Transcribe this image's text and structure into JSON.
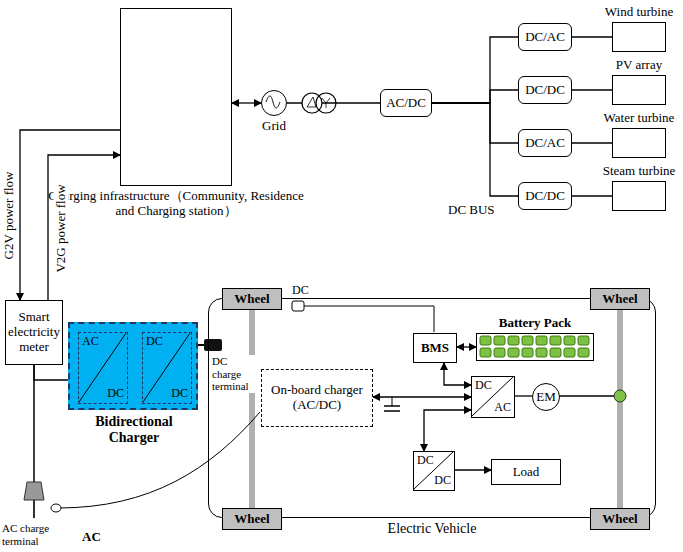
{
  "diagram": {
    "nodes": [
      {
        "text": [
          "Charging infrastructure（Community, Residence and Charging station）"
        ]
      },
      {
        "text": [
          "Grid"
        ]
      },
      {
        "text": [
          "AC/DC"
        ]
      },
      {
        "text": [
          "DC/AC"
        ]
      },
      {
        "text": [
          "DC/DC"
        ]
      },
      {
        "text": [
          "DC/AC"
        ]
      },
      {
        "text": [
          "DC/DC"
        ]
      },
      {
        "text": [
          "Wind turbine"
        ]
      },
      {
        "text": [
          "PV array"
        ]
      },
      {
        "text": [
          "Water turbine"
        ]
      },
      {
        "text": [
          "Steam turbine"
        ]
      },
      {
        "text": [
          "Smart electricity meter"
        ]
      },
      {
        "text": [
          "Bidirectional Charger"
        ]
      },
      {
        "text": [
          "AC",
          "DC"
        ],
        "in": 12
      },
      {
        "text": [
          "DC",
          "DC"
        ],
        "in": 12
      },
      {
        "text": [
          "Electric Vehicle"
        ]
      },
      {
        "text": [
          "Wheel"
        ]
      },
      {
        "text": [
          "Wheel"
        ]
      },
      {
        "text": [
          "Wheel"
        ]
      },
      {
        "text": [
          "Wheel"
        ]
      },
      {
        "text": [
          "Battery Pack"
        ],
        "in": 15
      },
      {
        "text": [
          "BMS"
        ],
        "in": 15
      },
      {
        "text": [
          "On-board charger (AC/DC)"
        ],
        "in": 15
      },
      {
        "text": [
          "DC",
          "AC"
        ],
        "in": 15
      },
      {
        "text": [
          "EM"
        ],
        "in": 15
      },
      {
        "text": [
          "DC",
          "DC"
        ],
        "in": 15
      },
      {
        "text": [
          "Load"
        ],
        "in": 15
      }
    ],
    "edges": [
      {
        "from": 0,
        "to": 1,
        "arrow": "both"
      },
      {
        "from": 1,
        "to": 2,
        "arrow": "none"
      },
      {
        "from": 2,
        "to": 3,
        "arrow": "none"
      },
      {
        "from": 2,
        "to": 4,
        "arrow": "none"
      },
      {
        "from": 2,
        "to": 5,
        "arrow": "none"
      },
      {
        "from": 2,
        "to": 6,
        "arrow": "none"
      },
      {
        "from": 3,
        "to": 7,
        "arrow": "none"
      },
      {
        "from": 4,
        "to": 8,
        "arrow": "none"
      },
      {
        "from": 5,
        "to": 9,
        "arrow": "none"
      },
      {
        "from": 6,
        "to": 10,
        "arrow": "none"
      },
      {
        "from": 0,
        "to": 11,
        "label": "G2V power flow",
        "arrow": "to"
      },
      {
        "from": 11,
        "to": 0,
        "label": "V2G power flow",
        "arrow": "to"
      },
      {
        "from": 11,
        "to": 12,
        "arrow": "none"
      },
      {
        "from": 13,
        "to": 14,
        "arrow": "none"
      },
      {
        "from": 20,
        "to": 21,
        "arrow": "both"
      },
      {
        "from": 21,
        "to": 23,
        "arrow": "both"
      },
      {
        "from": 22,
        "to": 23,
        "arrow": "both"
      },
      {
        "from": 23,
        "to": 24,
        "arrow": "none"
      },
      {
        "from": 23,
        "to": 25,
        "arrow": "both"
      },
      {
        "from": 25,
        "to": 26,
        "arrow": "to"
      }
    ],
    "labels": [
      "DC BUS",
      "DC",
      "DC charge terminal",
      "AC charge terminal",
      "AC"
    ]
  }
}
